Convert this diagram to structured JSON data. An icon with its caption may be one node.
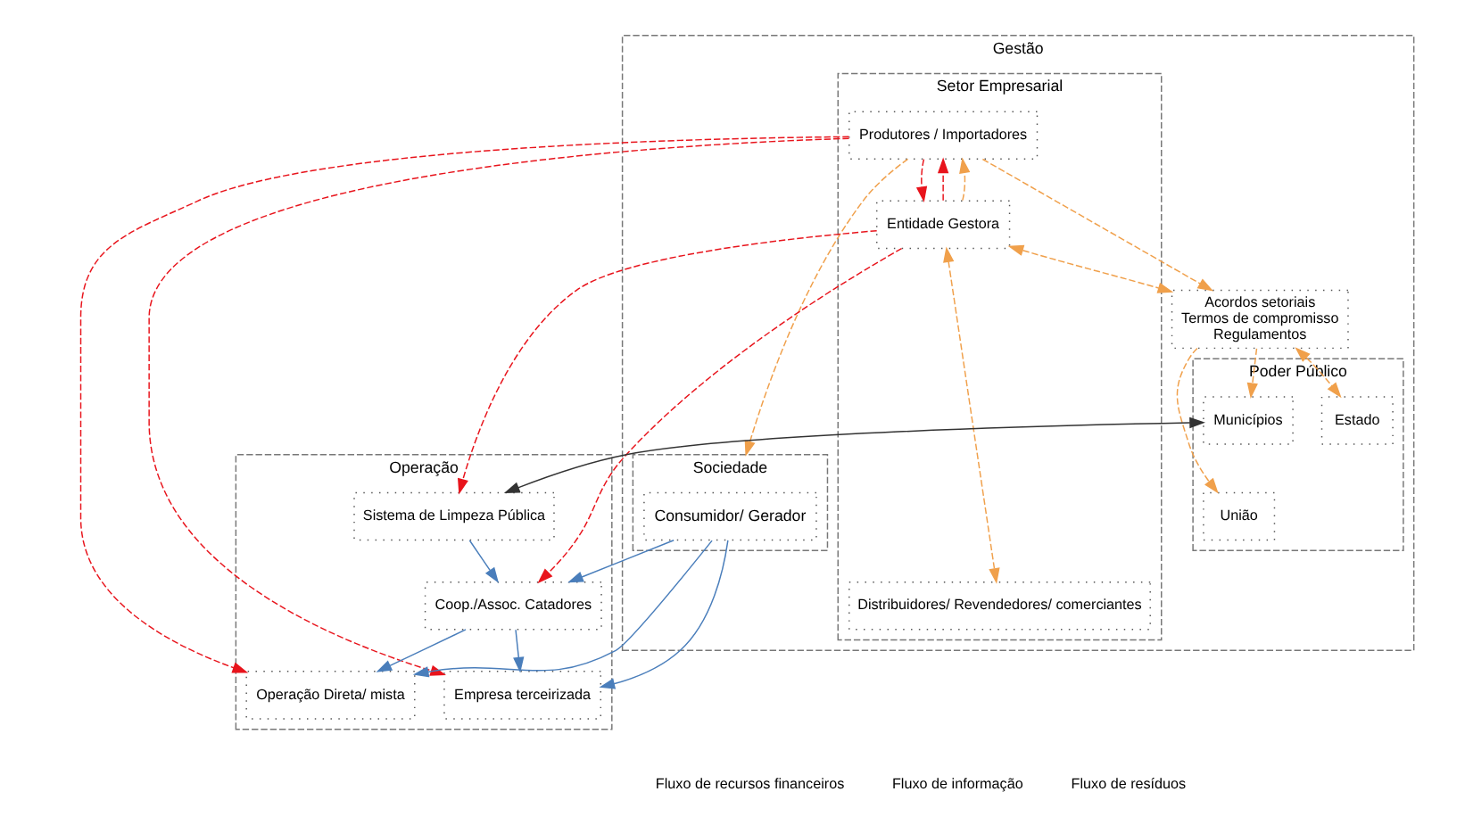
{
  "diagram": {
    "nodes": [
      {
        "text": [
          "Gestão"
        ]
      },
      {
        "text": [
          "Setor Empresarial"
        ],
        "in": 0
      },
      {
        "text": [
          "Produtores / Importadores"
        ],
        "in": 1
      },
      {
        "text": [
          "Distribuidores/ Revendedores/ comerciantes"
        ],
        "in": 1
      },
      {
        "text": [
          "Entidade Gestora"
        ],
        "in": 1
      },
      {
        "text": [
          "Acordos setoriais",
          "Termos de compromisso",
          "Regulamentos"
        ],
        "in": 0
      },
      {
        "text": [
          "Poder Público"
        ],
        "in": 0
      },
      {
        "text": [
          "União"
        ],
        "in": 6
      },
      {
        "text": [
          "Estado"
        ],
        "in": 6
      },
      {
        "text": [
          "Municípios"
        ],
        "in": 6
      },
      {
        "text": [
          "Sociedade"
        ],
        "in": 0
      },
      {
        "text": [
          "Consumidor/ Gerador"
        ],
        "in": 10
      },
      {
        "text": [
          "Operação"
        ]
      },
      {
        "text": [
          "Operação Direta/ mista"
        ],
        "in": 12
      },
      {
        "text": [
          "Empresa terceirizada"
        ],
        "in": 12
      },
      {
        "text": [
          "Sistema de Limpeza Pública"
        ],
        "in": 12
      },
      {
        "text": [
          "Coop./Assoc. Catadores"
        ],
        "in": 12
      }
    ],
    "edges": [
      {
        "from": 2,
        "to": 4,
        "arrow": "to",
        "style": "dashed",
        "color": "#e8141c"
      },
      {
        "from": 4,
        "to": 2,
        "arrow": "to",
        "style": "dashed",
        "color": "#e8141c"
      },
      {
        "from": 2,
        "to": 13,
        "arrow": "to",
        "style": "dashed",
        "color": "#e8141c"
      },
      {
        "from": 2,
        "to": 14,
        "arrow": "to",
        "style": "dashed",
        "color": "#e8141c"
      },
      {
        "from": 4,
        "to": 15,
        "arrow": "to",
        "style": "dashed",
        "color": "#e8141c"
      },
      {
        "from": 4,
        "to": 16,
        "arrow": "to",
        "style": "dashed",
        "color": "#e8141c"
      },
      {
        "from": 4,
        "to": 2,
        "arrow": "to",
        "style": "dashed",
        "color": "#f0a04b"
      },
      {
        "from": 4,
        "to": 3,
        "arrow": "both",
        "style": "dashed",
        "color": "#f0a04b"
      },
      {
        "from": 4,
        "to": 5,
        "arrow": "both",
        "style": "dashed",
        "color": "#f0a04b"
      },
      {
        "from": 2,
        "to": 5,
        "arrow": "to",
        "style": "dashed",
        "color": "#f0a04b"
      },
      {
        "from": 2,
        "to": 10,
        "arrow": "to",
        "style": "dashed",
        "color": "#f0a04b"
      },
      {
        "from": 5,
        "to": 7,
        "arrow": "to",
        "style": "dashed",
        "color": "#f0a04b"
      },
      {
        "from": 5,
        "to": 8,
        "arrow": "both",
        "style": "dashed",
        "color": "#f0a04b"
      },
      {
        "from": 5,
        "to": 9,
        "arrow": "to",
        "style": "dashed",
        "color": "#f0a04b"
      },
      {
        "from": 9,
        "to": 15,
        "arrow": "both",
        "color": "#333333"
      },
      {
        "from": 15,
        "to": 16,
        "arrow": "to",
        "color": "#4a7ebb"
      },
      {
        "from": 11,
        "to": 16,
        "arrow": "to",
        "color": "#4a7ebb"
      },
      {
        "from": 11,
        "to": 13,
        "arrow": "to",
        "color": "#4a7ebb"
      },
      {
        "from": 11,
        "to": 14,
        "arrow": "to",
        "color": "#4a7ebb"
      },
      {
        "from": 16,
        "to": 13,
        "arrow": "to",
        "color": "#4a7ebb"
      },
      {
        "from": 16,
        "to": 14,
        "arrow": "to",
        "color": "#4a7ebb"
      }
    ],
    "legend": [
      {
        "text": "Fluxo de recursos financeiros"
      },
      {
        "text": "Fluxo de informação"
      },
      {
        "text": "Fluxo de resíduos"
      }
    ]
  }
}
